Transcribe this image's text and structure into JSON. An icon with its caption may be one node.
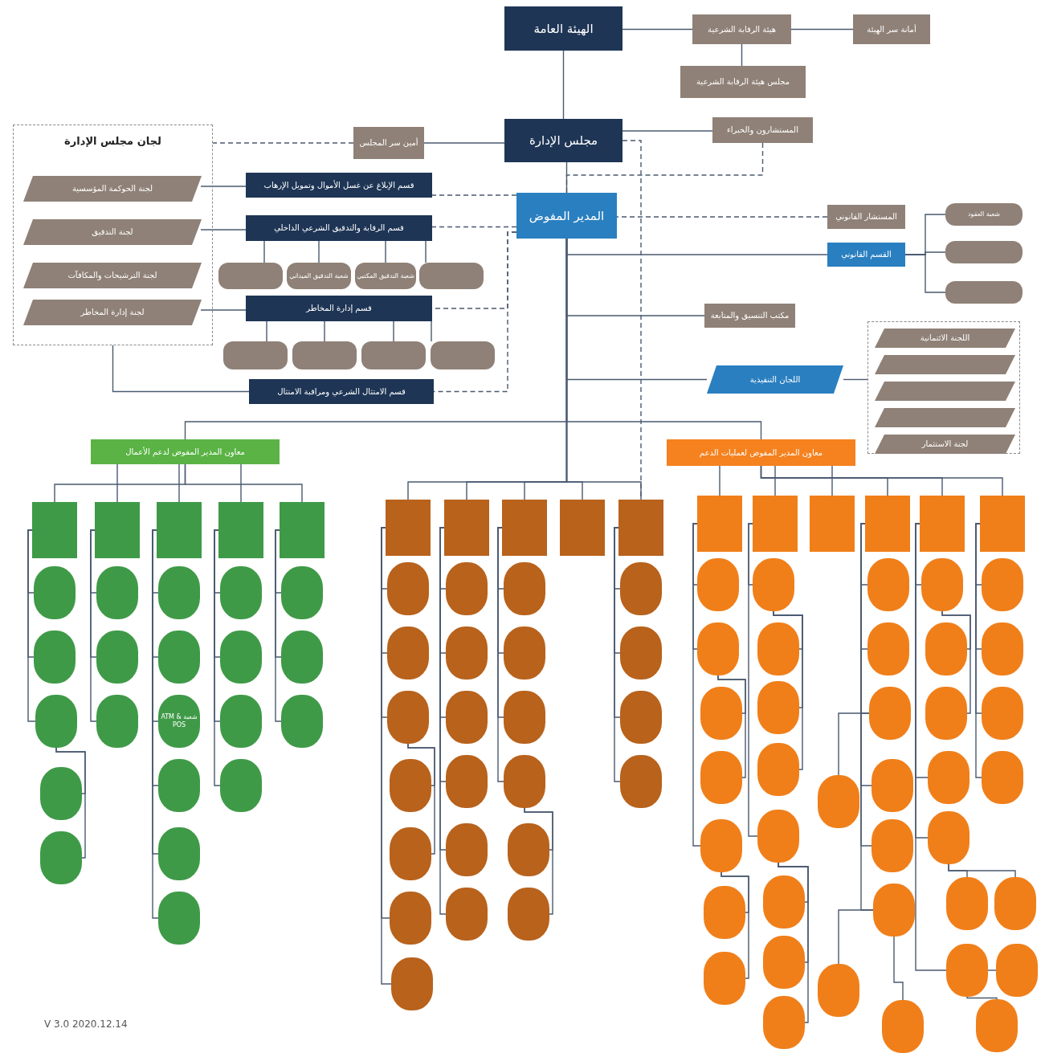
{
  "diagram": {
    "nodes": [
      {
        "text": [
          "الهيئة العامة"
        ]
      },
      {
        "text": [
          "هيئة الرقابة الشرعية"
        ]
      },
      {
        "text": [
          "أمانة سر الهيئة"
        ]
      },
      {
        "text": [
          "مجلس هيئة الرقابة الشرعية"
        ]
      },
      {
        "text": [
          "مجلس الإدارة"
        ]
      },
      {
        "text": [
          "أمين سر المجلس"
        ]
      },
      {
        "text": [
          "المستشارون والخبراء"
        ]
      },
      {
        "text": [
          "لجان مجلس الإدارة"
        ]
      },
      {
        "text": [
          "لجنة الحوكمة المؤسسية"
        ],
        "in": 7
      },
      {
        "text": [
          "لجنة التدقيق"
        ],
        "in": 7
      },
      {
        "text": [
          "لجنة الترشيحات والمكافآت"
        ],
        "in": 7
      },
      {
        "text": [
          "لجنة إدارة المخاطر"
        ],
        "in": 7
      },
      {
        "text": [
          "قسم الإبلاغ عن غسل الأموال وتمويل الإرهاب"
        ]
      },
      {
        "text": [
          "قسم الرقابة والتدقيق الشرعي الداخلي"
        ]
      },
      {
        "text": [],
        "shape": "box"
      },
      {
        "text": [
          "شعبة التدقيق الميداني"
        ]
      },
      {
        "text": [
          "شعبة التدقيق المكتبي"
        ]
      },
      {
        "text": [],
        "shape": "box"
      },
      {
        "text": [
          "قسم إدارة المخاطر"
        ]
      },
      {
        "text": [],
        "shape": "box"
      },
      {
        "text": [],
        "shape": "box"
      },
      {
        "text": [],
        "shape": "box"
      },
      {
        "text": [],
        "shape": "box"
      },
      {
        "text": [
          "قسم الامتثال الشرعي ومراقبة الامتثال"
        ]
      },
      {
        "text": [
          "المدير المفوض"
        ]
      },
      {
        "text": [
          "المستشار القانوني"
        ]
      },
      {
        "text": [
          "القسم القانوني"
        ]
      },
      {
        "text": [
          "شعبة العقود"
        ]
      },
      {
        "text": [],
        "shape": "box"
      },
      {
        "text": [],
        "shape": "box"
      },
      {
        "text": [
          "مكتب التنسيق والمتابعة"
        ]
      },
      {
        "text": [
          "اللجان التنفيذية"
        ]
      },
      {
        "text": [],
        "shape": "box"
      },
      {
        "text": [
          "اللجنة الائتمانية"
        ],
        "in": 32
      },
      {
        "text": [],
        "shape": "box",
        "in": 32
      },
      {
        "text": [],
        "shape": "box",
        "in": 32
      },
      {
        "text": [],
        "shape": "box",
        "in": 32
      },
      {
        "text": [
          "لجنة الاستثمار"
        ],
        "in": 32
      },
      {
        "text": [
          "معاون المدير المفوض لدعم الأعمال"
        ]
      },
      {
        "text": [
          "معاون المدير المفوض لعمليات الدعم"
        ]
      },
      {
        "text": [],
        "shape": "box"
      },
      {
        "text": [],
        "shape": "oval"
      },
      {
        "text": [],
        "shape": "oval"
      },
      {
        "text": [],
        "shape": "oval"
      },
      {
        "text": [],
        "shape": "oval"
      },
      {
        "text": [],
        "shape": "oval"
      },
      {
        "text": [],
        "shape": "box"
      },
      {
        "text": [],
        "shape": "oval"
      },
      {
        "text": [],
        "shape": "oval"
      },
      {
        "text": [],
        "shape": "oval"
      },
      {
        "text": [],
        "shape": "box"
      },
      {
        "text": [],
        "shape": "oval"
      },
      {
        "text": [],
        "shape": "oval"
      },
      {
        "text": [
          "شعبة ATM & POS"
        ]
      },
      {
        "text": [],
        "shape": "oval"
      },
      {
        "text": [],
        "shape": "oval"
      },
      {
        "text": [],
        "shape": "oval"
      },
      {
        "text": [],
        "shape": "box"
      },
      {
        "text": [],
        "shape": "oval"
      },
      {
        "text": [],
        "shape": "oval"
      },
      {
        "text": [],
        "shape": "oval"
      },
      {
        "text": [],
        "shape": "oval"
      },
      {
        "text": [],
        "shape": "box"
      },
      {
        "text": [],
        "shape": "oval"
      },
      {
        "text": [],
        "shape": "oval"
      },
      {
        "text": [],
        "shape": "oval"
      },
      {
        "text": [],
        "shape": "box"
      },
      {
        "text": [],
        "shape": "oval"
      },
      {
        "text": [],
        "shape": "oval"
      },
      {
        "text": [],
        "shape": "oval"
      },
      {
        "text": [],
        "shape": "oval"
      },
      {
        "text": [],
        "shape": "oval"
      },
      {
        "text": [],
        "shape": "oval"
      },
      {
        "text": [],
        "shape": "oval"
      },
      {
        "text": [],
        "shape": "box"
      },
      {
        "text": [],
        "shape": "oval"
      },
      {
        "text": [],
        "shape": "oval"
      },
      {
        "text": [],
        "shape": "oval"
      },
      {
        "text": [],
        "shape": "oval"
      },
      {
        "text": [],
        "shape": "oval"
      },
      {
        "text": [],
        "shape": "oval"
      },
      {
        "text": [],
        "shape": "box"
      },
      {
        "text": [],
        "shape": "oval"
      },
      {
        "text": [],
        "shape": "oval"
      },
      {
        "text": [],
        "shape": "oval"
      },
      {
        "text": [],
        "shape": "oval"
      },
      {
        "text": [],
        "shape": "oval"
      },
      {
        "text": [],
        "shape": "oval"
      },
      {
        "text": [],
        "shape": "box"
      },
      {
        "text": [],
        "shape": "box"
      },
      {
        "text": [],
        "shape": "oval"
      },
      {
        "text": [],
        "shape": "oval"
      },
      {
        "text": [],
        "shape": "oval"
      },
      {
        "text": [],
        "shape": "oval"
      },
      {
        "text": [],
        "shape": "box"
      },
      {
        "text": [],
        "shape": "oval"
      },
      {
        "text": [],
        "shape": "oval"
      },
      {
        "text": [],
        "shape": "oval"
      },
      {
        "text": [],
        "shape": "oval"
      },
      {
        "text": [],
        "shape": "oval"
      },
      {
        "text": [],
        "shape": "oval"
      },
      {
        "text": [],
        "shape": "oval"
      },
      {
        "text": [],
        "shape": "box"
      },
      {
        "text": [],
        "shape": "oval"
      },
      {
        "text": [],
        "shape": "oval"
      },
      {
        "text": [],
        "shape": "oval"
      },
      {
        "text": [],
        "shape": "oval"
      },
      {
        "text": [],
        "shape": "oval"
      },
      {
        "text": [],
        "shape": "oval"
      },
      {
        "text": [],
        "shape": "oval"
      },
      {
        "text": [],
        "shape": "oval"
      },
      {
        "text": [],
        "shape": "box"
      },
      {
        "text": [],
        "shape": "box"
      },
      {
        "text": [],
        "shape": "oval"
      },
      {
        "text": [],
        "shape": "oval"
      },
      {
        "text": [],
        "shape": "oval"
      },
      {
        "text": [],
        "shape": "oval"
      },
      {
        "text": [],
        "shape": "oval"
      },
      {
        "text": [],
        "shape": "oval"
      },
      {
        "text": [],
        "shape": "oval"
      },
      {
        "text": [],
        "shape": "oval"
      },
      {
        "text": [],
        "shape": "oval"
      },
      {
        "text": [],
        "shape": "box"
      },
      {
        "text": [],
        "shape": "oval"
      },
      {
        "text": [],
        "shape": "oval"
      },
      {
        "text": [],
        "shape": "oval"
      },
      {
        "text": [],
        "shape": "oval"
      },
      {
        "text": [],
        "shape": "oval"
      },
      {
        "text": [],
        "shape": "oval"
      },
      {
        "text": [],
        "shape": "oval"
      },
      {
        "text": [],
        "shape": "oval"
      },
      {
        "text": [],
        "shape": "oval"
      },
      {
        "text": [],
        "shape": "oval"
      },
      {
        "text": [],
        "shape": "box"
      },
      {
        "text": [],
        "shape": "oval"
      },
      {
        "text": [],
        "shape": "oval"
      },
      {
        "text": [],
        "shape": "oval"
      },
      {
        "text": [],
        "shape": "oval"
      }
    ],
    "edges": [
      {
        "from": 0,
        "to": 1,
        "arrow": "none"
      },
      {
        "from": 1,
        "to": 2,
        "arrow": "none"
      },
      {
        "from": 1,
        "to": 3,
        "arrow": "none"
      },
      {
        "from": 0,
        "to": 4,
        "arrow": "none"
      },
      {
        "from": 4,
        "to": 5,
        "arrow": "none"
      },
      {
        "from": 4,
        "to": 6,
        "arrow": "none"
      },
      {
        "from": 5,
        "to": 7,
        "arrow": "none",
        "style": "dashed"
      },
      {
        "from": 4,
        "to": 24,
        "arrow": "none"
      },
      {
        "from": 6,
        "to": 24,
        "arrow": "none",
        "style": "dashed"
      },
      {
        "from": 25,
        "to": 24,
        "arrow": "none",
        "style": "dashed"
      },
      {
        "from": 12,
        "to": 8,
        "arrow": "none"
      },
      {
        "from": 13,
        "to": 9,
        "arrow": "none"
      },
      {
        "from": 18,
        "to": 11,
        "arrow": "none"
      },
      {
        "from": 7,
        "to": 23,
        "arrow": "none"
      },
      {
        "from": 24,
        "to": 12,
        "arrow": "none",
        "style": "dashed"
      },
      {
        "from": 24,
        "to": 13,
        "arrow": "none",
        "style": "dashed"
      },
      {
        "from": 24,
        "to": 18,
        "arrow": "none",
        "style": "dashed"
      },
      {
        "from": 24,
        "to": 23,
        "arrow": "none",
        "style": "dashed"
      },
      {
        "from": 13,
        "to": 14,
        "arrow": "none"
      },
      {
        "from": 13,
        "to": 15,
        "arrow": "none"
      },
      {
        "from": 13,
        "to": 16,
        "arrow": "none"
      },
      {
        "from": 13,
        "to": 17,
        "arrow": "none"
      },
      {
        "from": 18,
        "to": 19,
        "arrow": "none"
      },
      {
        "from": 18,
        "to": 20,
        "arrow": "none"
      },
      {
        "from": 18,
        "to": 21,
        "arrow": "none"
      },
      {
        "from": 18,
        "to": 22,
        "arrow": "none"
      },
      {
        "from": 26,
        "to": 27,
        "arrow": "none"
      },
      {
        "from": 26,
        "to": 28,
        "arrow": "none"
      },
      {
        "from": 26,
        "to": 29,
        "arrow": "none"
      },
      {
        "from": 24,
        "to": 26,
        "arrow": "none"
      },
      {
        "from": 24,
        "to": 30,
        "arrow": "none"
      },
      {
        "from": 24,
        "to": 31,
        "arrow": "none"
      },
      {
        "from": 31,
        "to": 32,
        "arrow": "none"
      },
      {
        "from": 24,
        "to": 38,
        "arrow": "none"
      },
      {
        "from": 24,
        "to": 39,
        "arrow": "none"
      },
      {
        "from": 4,
        "to": 89,
        "arrow": "none",
        "style": "dashed"
      },
      {
        "from": 24,
        "to": 66,
        "arrow": "none"
      },
      {
        "from": 24,
        "to": 74,
        "arrow": "none"
      },
      {
        "from": 24,
        "to": 81,
        "arrow": "none"
      },
      {
        "from": 24,
        "to": 88,
        "arrow": "none"
      },
      {
        "from": 24,
        "to": 89,
        "arrow": "none"
      },
      {
        "from": 38,
        "to": 40,
        "arrow": "none"
      },
      {
        "from": 38,
        "to": 46,
        "arrow": "none"
      },
      {
        "from": 38,
        "to": 50,
        "arrow": "none"
      },
      {
        "from": 38,
        "to": 57,
        "arrow": "none"
      },
      {
        "from": 38,
        "to": 62,
        "arrow": "none"
      },
      {
        "from": 39,
        "to": 94,
        "arrow": "none"
      },
      {
        "from": 39,
        "to": 102,
        "arrow": "none"
      },
      {
        "from": 39,
        "to": 111,
        "arrow": "none"
      },
      {
        "from": 39,
        "to": 112,
        "arrow": "none"
      },
      {
        "from": 39,
        "to": 122,
        "arrow": "none"
      },
      {
        "from": 39,
        "to": 133,
        "arrow": "none"
      },
      {
        "from": 40,
        "to": 41,
        "arrow": "none"
      },
      {
        "from": 40,
        "to": 42,
        "arrow": "none"
      },
      {
        "from": 40,
        "to": 43,
        "arrow": "none"
      },
      {
        "from": 43,
        "to": 44,
        "arrow": "none"
      },
      {
        "from": 43,
        "to": 45,
        "arrow": "none"
      },
      {
        "from": 46,
        "to": 47,
        "arrow": "none"
      },
      {
        "from": 46,
        "to": 48,
        "arrow": "none"
      },
      {
        "from": 46,
        "to": 49,
        "arrow": "none"
      },
      {
        "from": 50,
        "to": 51,
        "arrow": "none"
      },
      {
        "from": 50,
        "to": 52,
        "arrow": "none"
      },
      {
        "from": 50,
        "to": 53,
        "arrow": "none"
      },
      {
        "from": 50,
        "to": 54,
        "arrow": "none"
      },
      {
        "from": 50,
        "to": 55,
        "arrow": "none"
      },
      {
        "from": 50,
        "to": 56,
        "arrow": "none"
      },
      {
        "from": 57,
        "to": 58,
        "arrow": "none"
      },
      {
        "from": 57,
        "to": 59,
        "arrow": "none"
      },
      {
        "from": 57,
        "to": 60,
        "arrow": "none"
      },
      {
        "from": 57,
        "to": 61,
        "arrow": "none"
      },
      {
        "from": 62,
        "to": 63,
        "arrow": "none"
      },
      {
        "from": 62,
        "to": 64,
        "arrow": "none"
      },
      {
        "from": 62,
        "to": 65,
        "arrow": "none"
      },
      {
        "from": 66,
        "to": 67,
        "arrow": "none"
      },
      {
        "from": 66,
        "to": 68,
        "arrow": "none"
      },
      {
        "from": 66,
        "to": 69,
        "arrow": "none"
      },
      {
        "from": 69,
        "to": 70,
        "arrow": "none"
      },
      {
        "from": 69,
        "to": 71,
        "arrow": "none"
      },
      {
        "from": 66,
        "to": 72,
        "arrow": "none"
      },
      {
        "from": 66,
        "to": 73,
        "arrow": "none"
      },
      {
        "from": 74,
        "to": 75,
        "arrow": "none"
      },
      {
        "from": 74,
        "to": 76,
        "arrow": "none"
      },
      {
        "from": 74,
        "to": 77,
        "arrow": "none"
      },
      {
        "from": 74,
        "to": 78,
        "arrow": "none"
      },
      {
        "from": 74,
        "to": 79,
        "arrow": "none"
      },
      {
        "from": 74,
        "to": 80,
        "arrow": "none"
      },
      {
        "from": 81,
        "to": 82,
        "arrow": "none"
      },
      {
        "from": 81,
        "to": 83,
        "arrow": "none"
      },
      {
        "from": 81,
        "to": 84,
        "arrow": "none"
      },
      {
        "from": 81,
        "to": 85,
        "arrow": "none"
      },
      {
        "from": 85,
        "to": 86,
        "arrow": "none"
      },
      {
        "from": 85,
        "to": 87,
        "arrow": "none"
      },
      {
        "from": 89,
        "to": 90,
        "arrow": "none"
      },
      {
        "from": 89,
        "to": 91,
        "arrow": "none"
      },
      {
        "from": 89,
        "to": 92,
        "arrow": "none"
      },
      {
        "from": 89,
        "to": 93,
        "arrow": "none"
      },
      {
        "from": 94,
        "to": 95,
        "arrow": "none"
      },
      {
        "from": 94,
        "to": 96,
        "arrow": "none"
      },
      {
        "from": 96,
        "to": 97,
        "arrow": "none"
      },
      {
        "from": 96,
        "to": 98,
        "arrow": "none"
      },
      {
        "from": 94,
        "to": 99,
        "arrow": "none"
      },
      {
        "from": 99,
        "to": 100,
        "arrow": "none"
      },
      {
        "from": 99,
        "to": 101,
        "arrow": "none"
      },
      {
        "from": 102,
        "to": 103,
        "arrow": "none"
      },
      {
        "from": 103,
        "to": 104,
        "arrow": "none"
      },
      {
        "from": 103,
        "to": 105,
        "arrow": "none"
      },
      {
        "from": 103,
        "to": 106,
        "arrow": "none"
      },
      {
        "from": 102,
        "to": 107,
        "arrow": "none"
      },
      {
        "from": 107,
        "to": 108,
        "arrow": "none"
      },
      {
        "from": 107,
        "to": 109,
        "arrow": "none"
      },
      {
        "from": 107,
        "to": 110,
        "arrow": "none"
      },
      {
        "from": 112,
        "to": 113,
        "arrow": "none"
      },
      {
        "from": 112,
        "to": 114,
        "arrow": "none"
      },
      {
        "from": 112,
        "to": 115,
        "arrow": "none"
      },
      {
        "from": 115,
        "to": 116,
        "arrow": "none"
      },
      {
        "from": 112,
        "to": 117,
        "arrow": "none"
      },
      {
        "from": 112,
        "to": 118,
        "arrow": "none"
      },
      {
        "from": 112,
        "to": 119,
        "arrow": "none"
      },
      {
        "from": 119,
        "to": 120,
        "arrow": "none"
      },
      {
        "from": 119,
        "to": 121,
        "arrow": "none"
      },
      {
        "from": 122,
        "to": 123,
        "arrow": "none"
      },
      {
        "from": 123,
        "to": 124,
        "arrow": "none"
      },
      {
        "from": 123,
        "to": 125,
        "arrow": "none"
      },
      {
        "from": 122,
        "to": 126,
        "arrow": "none"
      },
      {
        "from": 122,
        "to": 127,
        "arrow": "none"
      },
      {
        "from": 127,
        "to": 128,
        "arrow": "none"
      },
      {
        "from": 127,
        "to": 129,
        "arrow": "none"
      },
      {
        "from": 122,
        "to": 130,
        "arrow": "none"
      },
      {
        "from": 130,
        "to": 131,
        "arrow": "none"
      },
      {
        "from": 130,
        "to": 132,
        "arrow": "none"
      },
      {
        "from": 133,
        "to": 134,
        "arrow": "none"
      },
      {
        "from": 133,
        "to": 135,
        "arrow": "none"
      },
      {
        "from": 133,
        "to": 136,
        "arrow": "none"
      },
      {
        "from": 133,
        "to": 137,
        "arrow": "none"
      }
    ],
    "labels": [
      "V 3.0 2020.12.14"
    ]
  }
}
